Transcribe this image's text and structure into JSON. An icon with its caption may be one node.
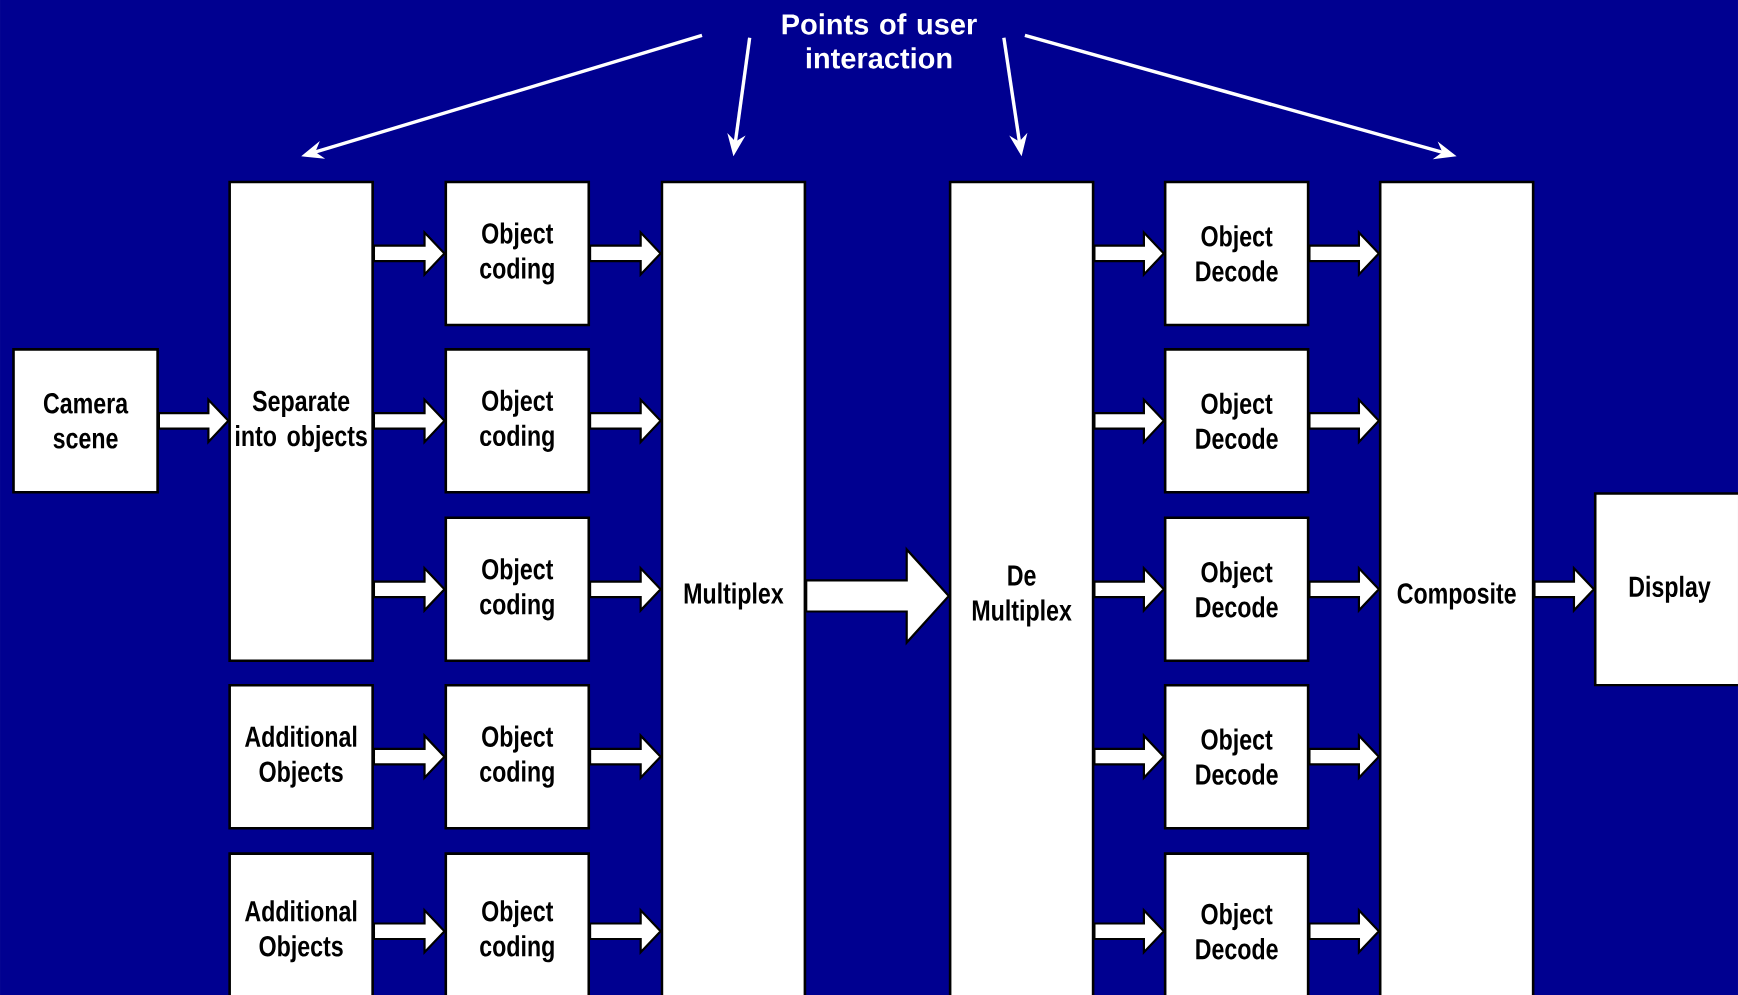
{
  "diagram": {
    "nodes": [
      {
        "text": [
          "Points of user interaction"
        ]
      },
      {
        "text": [
          "Camera scene"
        ]
      },
      {
        "text": [
          "Separate into objects"
        ]
      },
      {
        "text": [
          "Additional Objects"
        ]
      },
      {
        "text": [
          "Additional Objects"
        ]
      },
      {
        "text": [
          "Object coding"
        ]
      },
      {
        "text": [
          "Object coding"
        ]
      },
      {
        "text": [
          "Object coding"
        ]
      },
      {
        "text": [
          "Object coding"
        ]
      },
      {
        "text": [
          "Object coding"
        ]
      },
      {
        "text": [
          "Multiplex"
        ]
      },
      {
        "text": [
          "De Multiplex"
        ]
      },
      {
        "text": [
          "Object Decode"
        ]
      },
      {
        "text": [
          "Object Decode"
        ]
      },
      {
        "text": [
          "Object Decode"
        ]
      },
      {
        "text": [
          "Object Decode"
        ]
      },
      {
        "text": [
          "Object Decode"
        ]
      },
      {
        "text": [
          "Composite"
        ]
      },
      {
        "text": [
          "Display"
        ]
      }
    ],
    "edges": [
      {
        "from": 0,
        "to": 2,
        "arrow": "to"
      },
      {
        "from": 0,
        "to": 10,
        "arrow": "to"
      },
      {
        "from": 0,
        "to": 11,
        "arrow": "to"
      },
      {
        "from": 0,
        "to": 17,
        "arrow": "to"
      },
      {
        "from": 1,
        "to": 2,
        "arrow": "to"
      },
      {
        "from": 2,
        "to": 5,
        "arrow": "to"
      },
      {
        "from": 2,
        "to": 6,
        "arrow": "to"
      },
      {
        "from": 2,
        "to": 7,
        "arrow": "to"
      },
      {
        "from": 3,
        "to": 8,
        "arrow": "to"
      },
      {
        "from": 4,
        "to": 9,
        "arrow": "to"
      },
      {
        "from": 5,
        "to": 10,
        "arrow": "to"
      },
      {
        "from": 6,
        "to": 10,
        "arrow": "to"
      },
      {
        "from": 7,
        "to": 10,
        "arrow": "to"
      },
      {
        "from": 8,
        "to": 10,
        "arrow": "to"
      },
      {
        "from": 9,
        "to": 10,
        "arrow": "to"
      },
      {
        "from": 10,
        "to": 11,
        "arrow": "to",
        "style": "thick"
      },
      {
        "from": 11,
        "to": 12,
        "arrow": "to"
      },
      {
        "from": 11,
        "to": 13,
        "arrow": "to"
      },
      {
        "from": 11,
        "to": 14,
        "arrow": "to"
      },
      {
        "from": 11,
        "to": 15,
        "arrow": "to"
      },
      {
        "from": 11,
        "to": 16,
        "arrow": "to"
      },
      {
        "from": 12,
        "to": 17,
        "arrow": "to"
      },
      {
        "from": 13,
        "to": 17,
        "arrow": "to"
      },
      {
        "from": 14,
        "to": 17,
        "arrow": "to"
      },
      {
        "from": 15,
        "to": 17,
        "arrow": "to"
      },
      {
        "from": 16,
        "to": 17,
        "arrow": "to"
      },
      {
        "from": 17,
        "to": 18,
        "arrow": "to"
      }
    ]
  }
}
